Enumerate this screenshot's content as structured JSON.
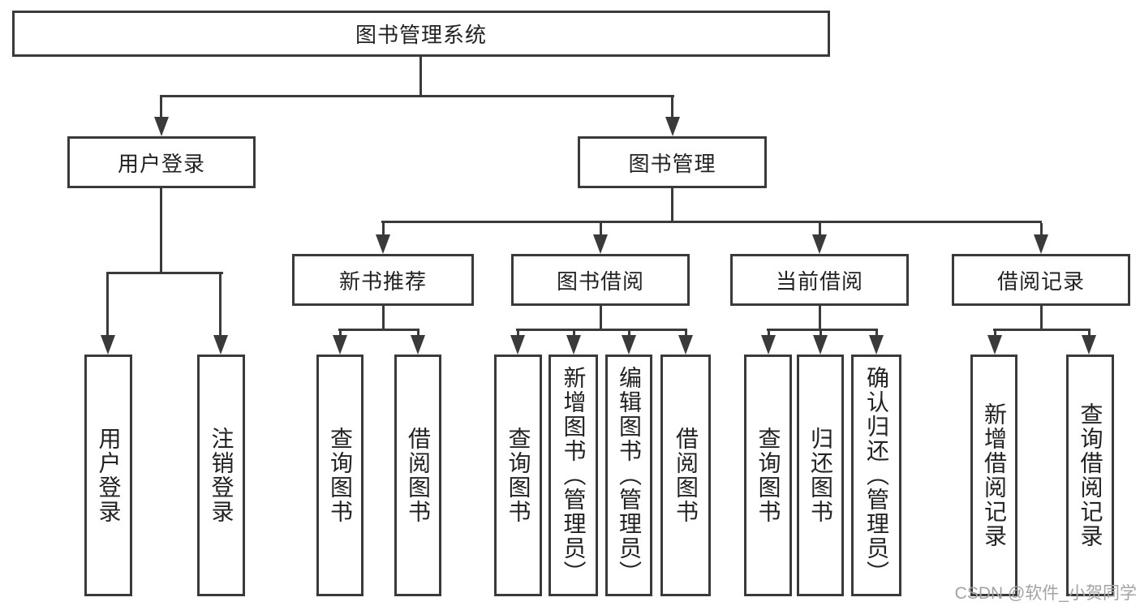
{
  "diagram_title": "图书管理系统",
  "tree": {
    "label": "图书管理系统",
    "children": [
      {
        "label": "用户登录",
        "children": [
          {
            "label": "用户登录"
          },
          {
            "label": "注销登录"
          }
        ]
      },
      {
        "label": "图书管理",
        "children": [
          {
            "label": "新书推荐",
            "children": [
              {
                "label": "查询图书"
              },
              {
                "label": "借阅图书"
              }
            ]
          },
          {
            "label": "图书借阅",
            "children": [
              {
                "label": "查询图书"
              },
              {
                "label": "新增图书（管理员）"
              },
              {
                "label": "编辑图书（管理员）"
              },
              {
                "label": "借阅图书"
              }
            ]
          },
          {
            "label": "当前借阅",
            "children": [
              {
                "label": "查询图书"
              },
              {
                "label": "归还图书"
              },
              {
                "label": "确认归还（管理员）"
              }
            ]
          },
          {
            "label": "借阅记录",
            "children": [
              {
                "label": "新增借阅记录"
              },
              {
                "label": "查询借阅记录"
              }
            ]
          }
        ]
      }
    ]
  },
  "watermark": {
    "text": "CSDN @软件_小贺同学"
  },
  "colors": {
    "line": "#3a3a3a",
    "box_border": "#3a3a3a",
    "text": "#222222",
    "watermark": "#a3a3a3",
    "background": "#ffffff"
  }
}
